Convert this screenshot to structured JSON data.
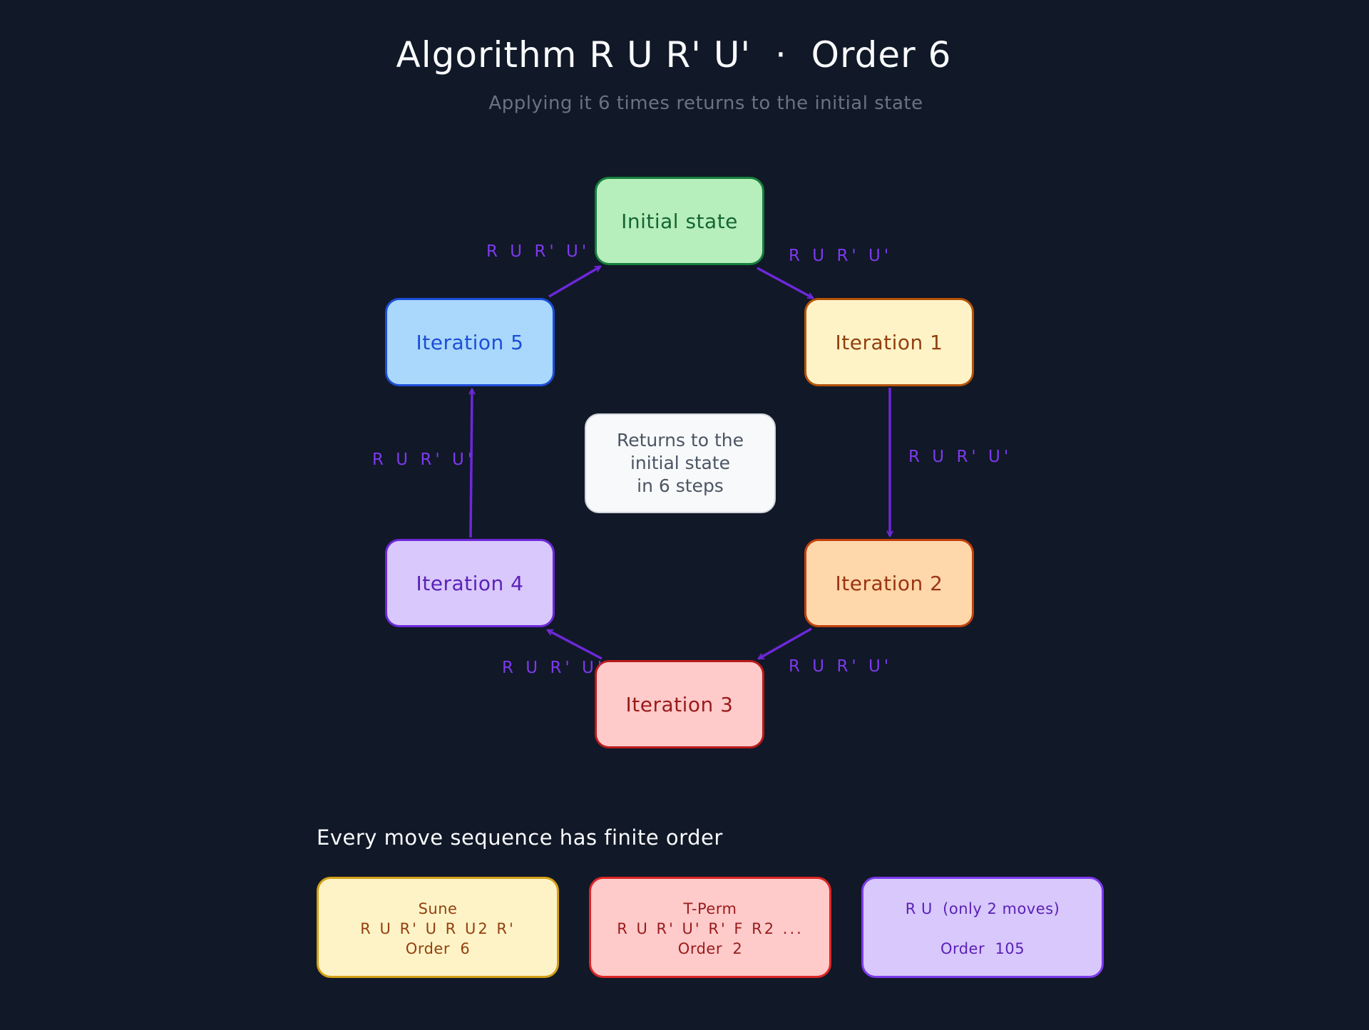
{
  "title": "Algorithm R U R' U'  ·  Order 6",
  "subtitle": "Applying it 6 times returns to the initial state",
  "colors": {
    "background": "#111827",
    "edge": "#6d28d9",
    "edge_label": "#7c3aed"
  },
  "nodes": [
    {
      "id": "initial",
      "label": "Initial state",
      "fill": "#b6efbc",
      "stroke": "#15803d",
      "text": "#166534"
    },
    {
      "id": "iter1",
      "label": "Iteration 1",
      "fill": "#fef3c7",
      "stroke": "#b45309",
      "text": "#92400e"
    },
    {
      "id": "iter2",
      "label": "Iteration 2",
      "fill": "#fed7aa",
      "stroke": "#c2410c",
      "text": "#9a3412"
    },
    {
      "id": "iter3",
      "label": "Iteration 3",
      "fill": "#fecaca",
      "stroke": "#b91c1c",
      "text": "#991b1b"
    },
    {
      "id": "iter4",
      "label": "Iteration 4",
      "fill": "#d8c8fc",
      "stroke": "#6d28d9",
      "text": "#5b21b6"
    },
    {
      "id": "iter5",
      "label": "Iteration 5",
      "fill": "#a9d8fc",
      "stroke": "#1d4ed8",
      "text": "#1d4ed8"
    }
  ],
  "edges": [
    {
      "from": "initial",
      "to": "iter1",
      "label": "R U R' U'"
    },
    {
      "from": "iter1",
      "to": "iter2",
      "label": "R U R' U'"
    },
    {
      "from": "iter2",
      "to": "iter3",
      "label": "R U R' U'"
    },
    {
      "from": "iter3",
      "to": "iter4",
      "label": "R U R' U'"
    },
    {
      "from": "iter4",
      "to": "iter5",
      "label": "R U R' U'"
    },
    {
      "from": "iter5",
      "to": "initial",
      "label": "R U R' U'"
    }
  ],
  "note": {
    "lines": [
      "Returns to the",
      "initial state",
      "in 6 steps"
    ]
  },
  "section": {
    "heading": "Every move sequence has finite order",
    "cards": [
      {
        "name": "Sune",
        "moves": "R U R' U R U2 R'",
        "order_label": "Order  6",
        "fill": "#fef3c7",
        "stroke": "#d4a017",
        "text": "#92400e"
      },
      {
        "name": "T-Perm",
        "moves": "R U R' U' R' F R2 ...",
        "order_label": "Order  2",
        "fill": "#fecaca",
        "stroke": "#dc2626",
        "text": "#991b1b"
      },
      {
        "name": "R U  (only 2 moves)",
        "moves": "",
        "order_label": "Order  105",
        "fill": "#d8c8fc",
        "stroke": "#7c3aed",
        "text": "#5b21b6"
      }
    ]
  }
}
